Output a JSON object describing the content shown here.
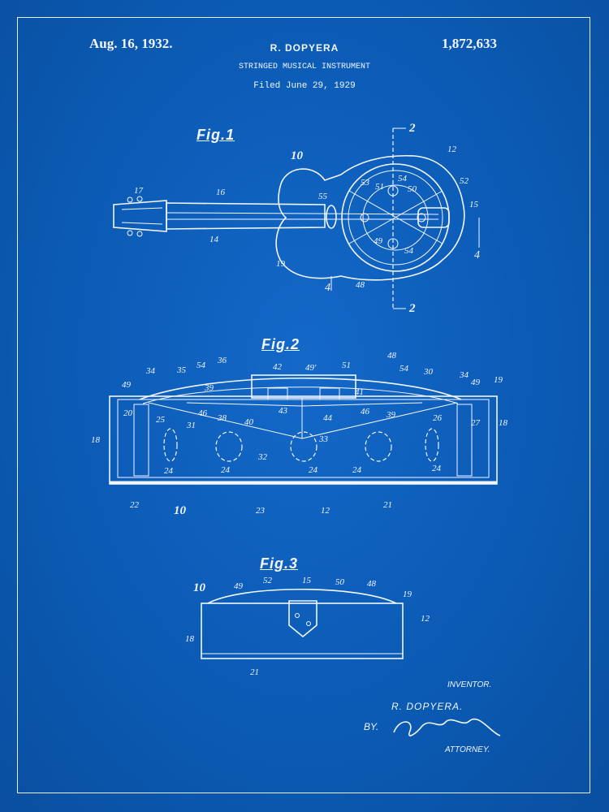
{
  "header": {
    "date": "Aug. 16, 1932.",
    "inventor": "R. DOPYERA",
    "patent_number": "1,872,633",
    "title": "STRINGED MUSICAL INSTRUMENT",
    "filed": "Filed June 29, 1929"
  },
  "figures": {
    "fig1": "Fig.1",
    "fig2": "Fig.2",
    "fig3": "Fig.3"
  },
  "fig1_labels": [
    "10",
    "12",
    "14",
    "15",
    "16",
    "17",
    "19",
    "2",
    "2",
    "4",
    "4",
    "48",
    "49",
    "50",
    "51",
    "52",
    "53",
    "54",
    "54",
    "55"
  ],
  "fig2_labels": [
    "10",
    "12",
    "18",
    "18",
    "19",
    "20",
    "21",
    "22",
    "23",
    "24",
    "24",
    "24",
    "24",
    "24",
    "25",
    "26",
    "27",
    "30",
    "31",
    "32",
    "33",
    "34",
    "34",
    "35",
    "36",
    "38",
    "39",
    "39",
    "40",
    "41",
    "42",
    "43",
    "44",
    "46",
    "46",
    "48",
    "49",
    "49",
    "49'",
    "51",
    "54",
    "54"
  ],
  "fig3_labels": [
    "10",
    "12",
    "15",
    "18",
    "19",
    "21",
    "48",
    "49",
    "50",
    "52"
  ],
  "signature": {
    "inventor_label": "INVENTOR.",
    "inventor_name": "R. DOPYERA.",
    "by_label": "BY.",
    "attorney_label": "ATTORNEY."
  },
  "colors": {
    "background": "#0b5bb5",
    "ink": "#f2f6ff"
  }
}
